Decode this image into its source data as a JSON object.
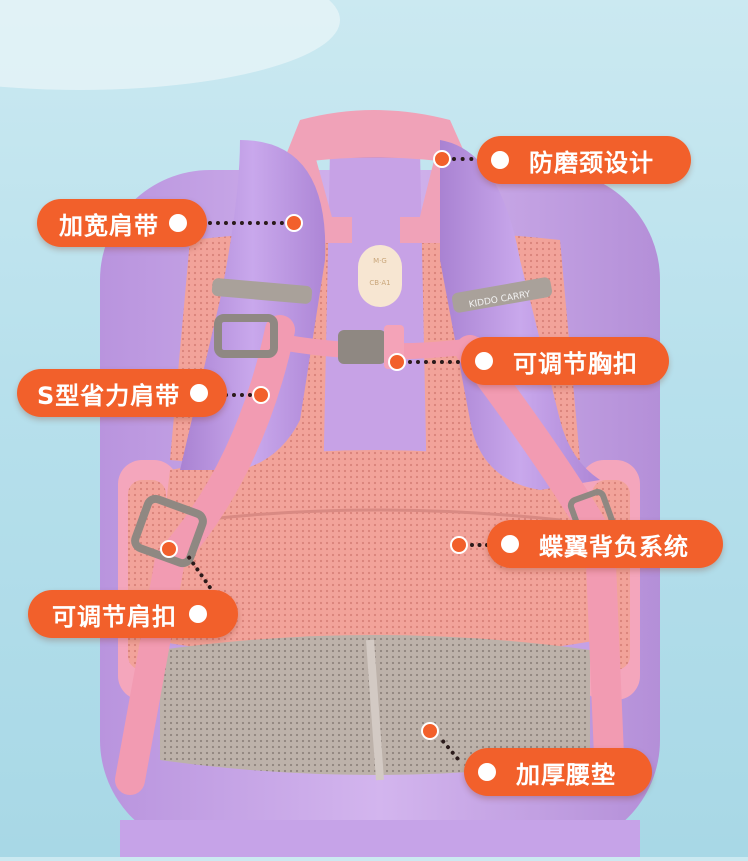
{
  "callouts": {
    "neck": "防磨颈设计",
    "wide_strap": "加宽肩带",
    "chest_buckle": "可调节胸扣",
    "s_strap": "S型省力肩带",
    "back_system": "蝶翼背负系统",
    "shoulder_buckle": "可调节肩扣",
    "waist_pad": "加厚腰垫"
  },
  "product_marks": {
    "badge_top": "M·G",
    "badge_bottom": "CB·A1",
    "strap_brand": "KIDDO CARRY"
  },
  "colors": {
    "callout": "#f2602b",
    "lavender": "#c9a6e6",
    "pink": "#f2a0b6",
    "mesh": "#f0a097",
    "gray_pad": "#b8aca4",
    "background": "#b7e0ec"
  }
}
